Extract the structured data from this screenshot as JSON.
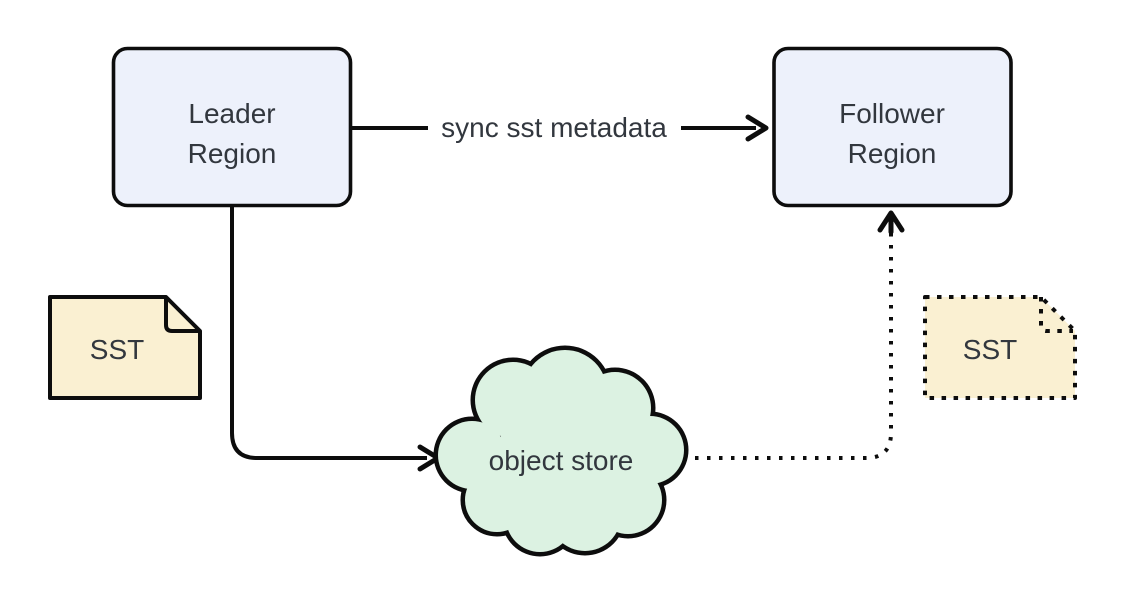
{
  "diagram": {
    "title": "leader-follower sst replication diagram",
    "colors": {
      "background": "#ffffff",
      "node_fill": "#edf1fb",
      "cloud_fill": "#dcf2e2",
      "note_fill": "#faf0d2",
      "stroke": "#0d0d0d",
      "text": "#32373e"
    },
    "nodes": {
      "leader": {
        "line1": "Leader",
        "line2": "Region"
      },
      "follower": {
        "line1": "Follower",
        "line2": "Region"
      },
      "object_store": {
        "label": "object store"
      },
      "sst_left": {
        "label": "SST"
      },
      "sst_right": {
        "label": "SST"
      }
    },
    "edges": {
      "sync": {
        "label": "sync sst metadata"
      }
    }
  }
}
